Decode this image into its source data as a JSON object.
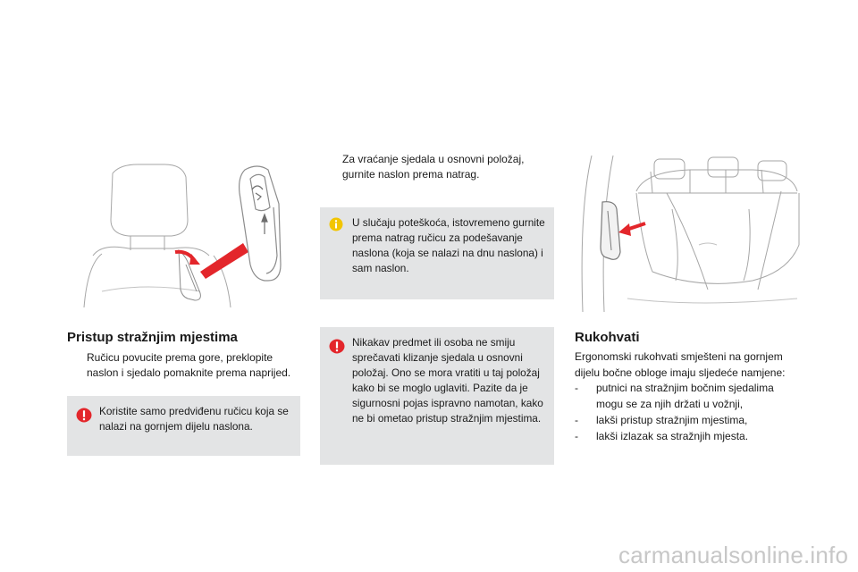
{
  "left": {
    "title": "Pristup stražnjim mjestima",
    "step_bullet": "",
    "step_text": "Ručicu povucite prema gore, preklopite naslon i sjedalo pomaknite prema naprijed.",
    "warning_text": "Koristite samo predviđenu ručicu koja se nalazi na gornjem dijelu naslona."
  },
  "middle": {
    "step_bullet": "",
    "step_text": "Za vraćanje sjedala u osnovni položaj, gurnite naslon prema natrag.",
    "info_text": "U slučaju poteškoća, istovremeno gurnite prema natrag ručicu za podešavanje naslona (koja se nalazi na dnu naslona) i sam naslon.",
    "warning_text": "Nikakav predmet ili osoba ne smiju sprečavati klizanje sjedala u osnovni položaj. Ono se mora vratiti u taj položaj kako bi se moglo uglaviti. Pazite da je sigurnosni pojas ispravno namotan, kako ne bi ometao pristup stražnjim mjestima."
  },
  "right": {
    "title": "Rukohvati",
    "intro": "Ergonomski rukohvati smješteni na gornjem dijelu bočne obloge imaju sljedeće namjene:",
    "items": [
      {
        "dash": "-",
        "text": "putnici na stražnjim bočnim sjedalima mogu se za njih držati u vožnji,"
      },
      {
        "dash": "-",
        "text": "lakši pristup stražnjim mjestima,"
      },
      {
        "dash": "-",
        "text": "lakši izlazak sa stražnjih mjesta."
      }
    ]
  },
  "watermark": "carmanualsonline.info",
  "colors": {
    "accent_red": "#e3262b",
    "note_background": "#e3e4e5",
    "info_yellow": "#f2c500",
    "line_art": "#9a9a9a"
  },
  "icons": {
    "warning": "warning-icon",
    "info": "info-icon",
    "step_bullet": "step-bullet-icon"
  }
}
